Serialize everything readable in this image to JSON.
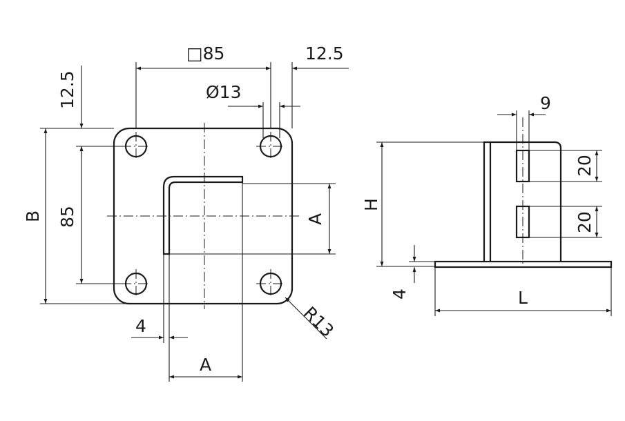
{
  "drawing": {
    "dimensions": {
      "square_size": "□85",
      "edge_offset_top": "12.5",
      "edge_offset_right": "12.5",
      "hole_diameter": "Ø13",
      "hole_spacing": "85",
      "plate_height": "B",
      "post_depth": "A",
      "post_width": "A",
      "wall_thickness": "4",
      "corner_radius": "R13",
      "side_thickness": "9",
      "slot_length_upper": "20",
      "slot_length_lower": "20",
      "height": "H",
      "base_thickness": "4",
      "length": "L"
    }
  }
}
